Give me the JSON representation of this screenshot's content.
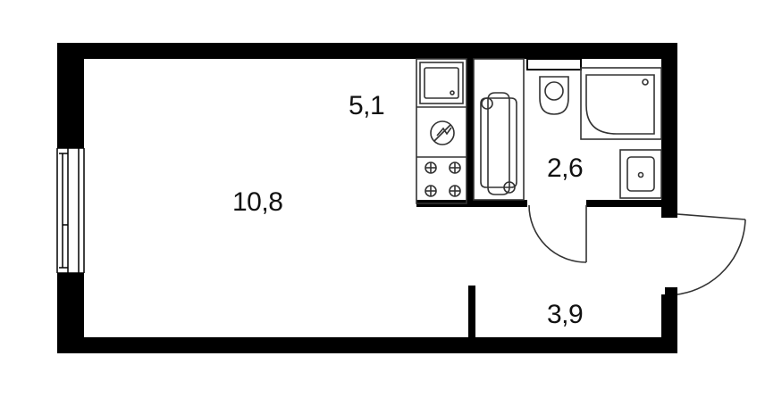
{
  "plan": {
    "rooms": [
      {
        "id": "room",
        "area": "10,8"
      },
      {
        "id": "kitchen",
        "area": "5,1"
      },
      {
        "id": "bathroom",
        "area": "2,6"
      },
      {
        "id": "hallway",
        "area": "3,9"
      }
    ]
  },
  "colors": {
    "wall": "#000000",
    "fixture_stroke": "#333333",
    "background": "#ffffff"
  },
  "icons": [
    "window",
    "kitchen-sink",
    "stove-hob",
    "electric-panel",
    "bathtub",
    "toilet",
    "shower-tray",
    "washbasin",
    "door-swing",
    "entrance-door"
  ]
}
